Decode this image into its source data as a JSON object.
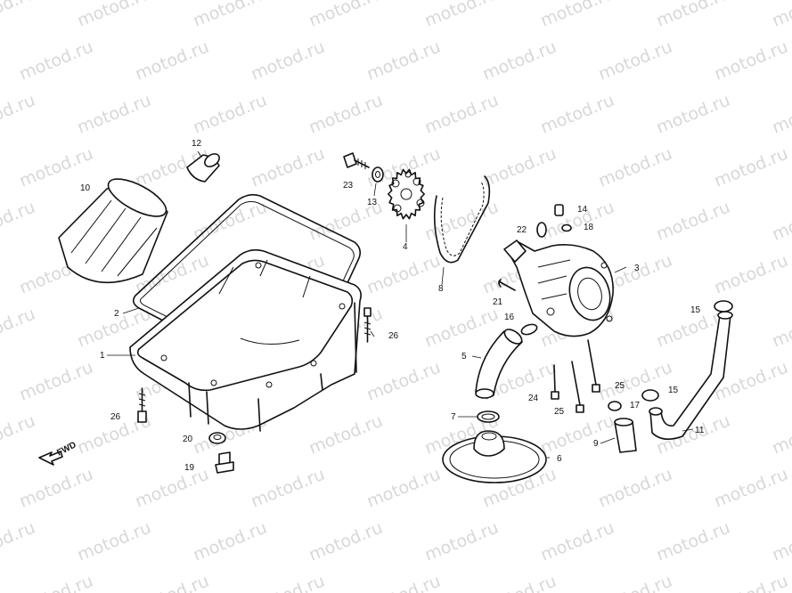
{
  "watermark": "motod.ru",
  "direction_label": "FWD",
  "callouts": {
    "oil_pan": "1",
    "pan_gasket": "2",
    "oil_pump": "3",
    "pump_sprocket": "4",
    "oil_strainer_pipe": "5",
    "oil_strainer": "6",
    "strainer_oring": "7",
    "pump_chain": "8",
    "pipe_collar": "9",
    "oil_filter": "10",
    "oil_pipe": "11",
    "filter_adapter": "12",
    "sprocket_washer": "13",
    "pump_pin": "14",
    "pipe_oring_a": "15",
    "pipe_oring_b": "15",
    "pump_oring": "16",
    "collar_oring": "17",
    "pump_dowel": "18",
    "drain_plug": "19",
    "drain_gasket": "20",
    "pump_clip": "21",
    "pump_seal": "22",
    "sprocket_bolt": "23",
    "pump_bolt_long": "24",
    "pump_bolt_short_a": "25",
    "pump_bolt_short_b": "25",
    "pan_bolt_a": "26",
    "pan_bolt_b": "26"
  }
}
